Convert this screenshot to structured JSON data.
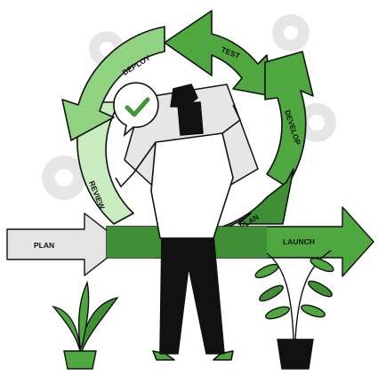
{
  "cycle": {
    "stages": [
      "DEPLOY",
      "TEST",
      "DEVELOP",
      "PLAN",
      "REVIEW"
    ]
  },
  "arrows": {
    "plan_in": "PLAN",
    "launch_out": "LAUNCH"
  },
  "colors": {
    "green_dark": "#3f8f35",
    "green_mid": "#4ea83f",
    "green_light": "#8fd27f",
    "green_pale": "#c8ecbf",
    "gray_arrow": "#e4e4e4",
    "gear": "#e6e6e6",
    "outline": "#111111"
  },
  "icons": [
    "gear-icon",
    "checkmark-bubble-icon",
    "person-illustration",
    "potted-plant-illustration"
  ]
}
